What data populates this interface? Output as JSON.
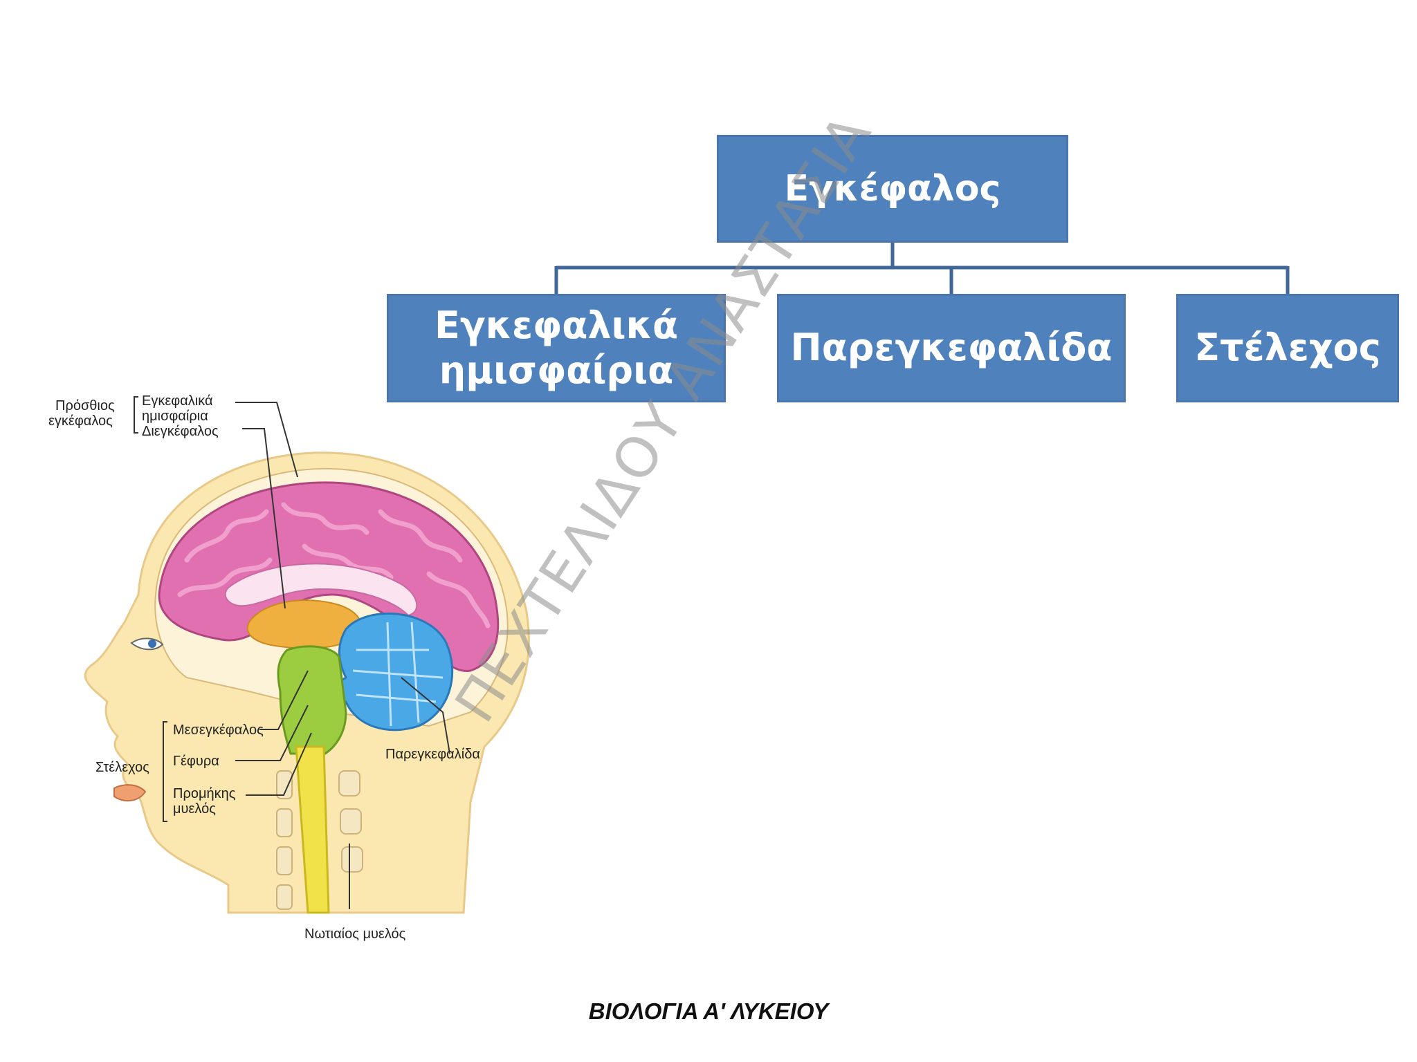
{
  "tree": {
    "root": "Εγκέφαλος",
    "children": [
      {
        "lines": [
          "Εγκεφαλικά",
          "ημισφαίρια"
        ]
      },
      {
        "lines": [
          "Παρεγκεφαλίδα"
        ]
      },
      {
        "lines": [
          "Στέλεχος"
        ]
      }
    ],
    "box_color": "#4f81bd",
    "line_color": "#41679a"
  },
  "illustration": {
    "labels": {
      "front_brain": [
        "Πρόσθιος",
        "εγκέφαλος"
      ],
      "cerebral_hemispheres": [
        "Εγκεφαλικά",
        "ημισφαίρια"
      ],
      "diencephalon": "Διεγκέφαλος",
      "midbrain": "Μεσεγκέφαλος",
      "pons": "Γέφυρα",
      "medulla": [
        "Προμήκης",
        "μυελός"
      ],
      "brainstem": "Στέλεχος",
      "cerebellum": "Παρεγκεφαλίδα",
      "spinal_cord": "Νωτιαίος μυελός"
    },
    "colors": {
      "cerebrum": "#e070b0",
      "cerebellum": "#4aa8e6",
      "brainstem": "#9ccc40",
      "spinal_cord": "#f2e24a",
      "diencephalon": "#f0b040",
      "skin": "#fbe8b0"
    }
  },
  "watermark": "ΠΕΧΤΕΛΙΔΟΥ ΑΝΑΣΤΑΣΙΑ",
  "footer": "ΒΙΟΛΟΓΙΑ Α' ΛΥΚΕΙΟΥ"
}
